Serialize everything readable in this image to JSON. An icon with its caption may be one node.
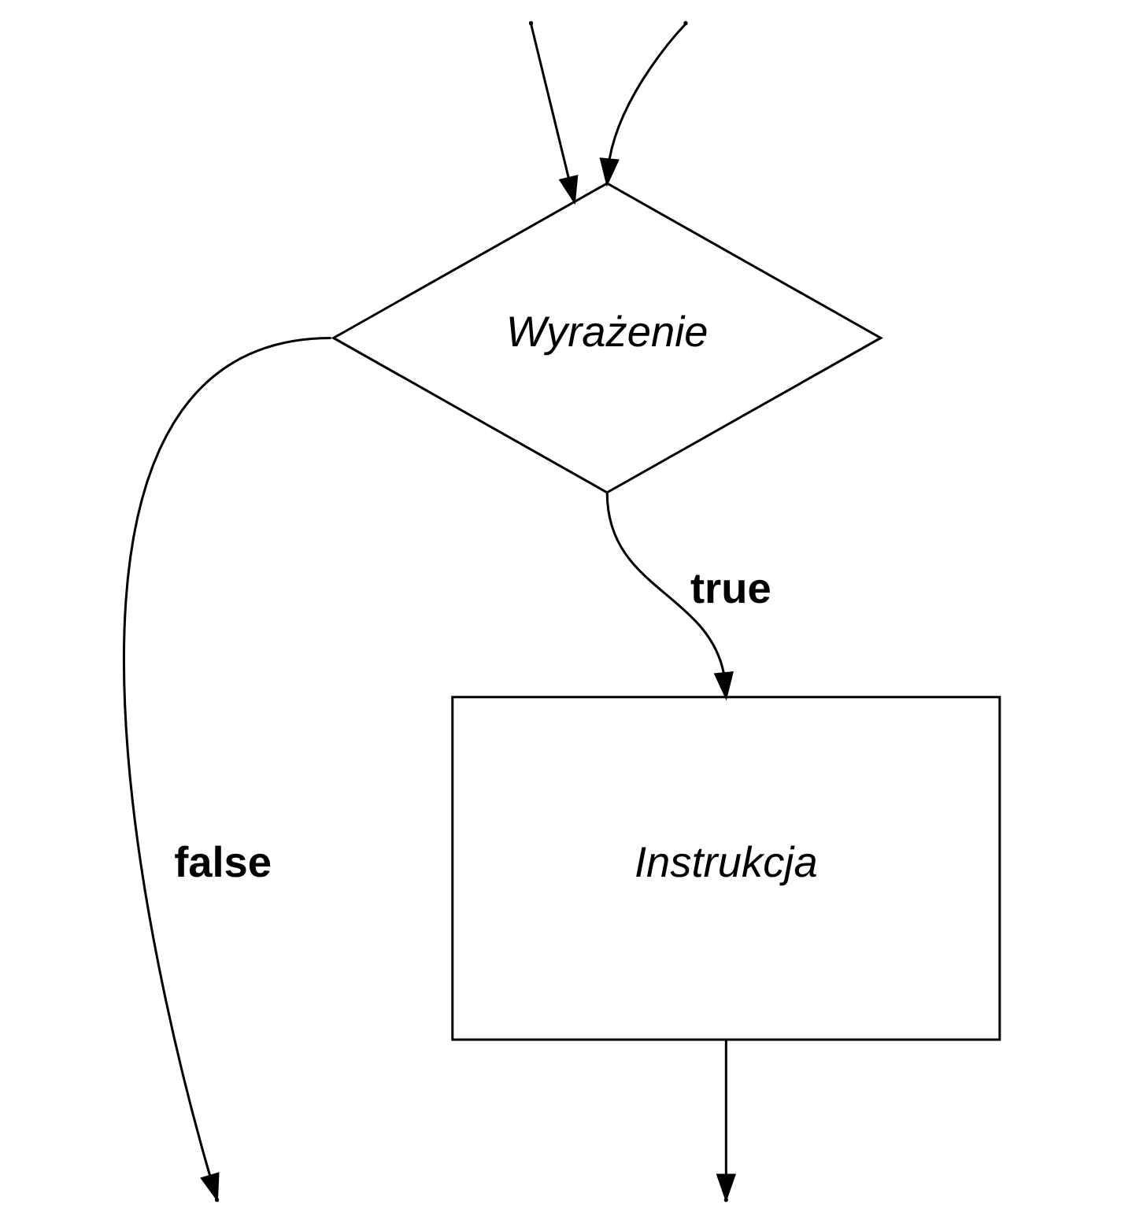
{
  "diagram": {
    "nodes": [
      {
        "text": [
          "Wyrażenie"
        ]
      },
      {
        "text": [
          "Instrukcja"
        ]
      }
    ],
    "edges": [
      {
        "from": 0,
        "to": null,
        "arrow": "to",
        "label": "false"
      },
      {
        "from": null,
        "to": 0,
        "arrow": "to"
      },
      {
        "from": null,
        "to": 0,
        "arrow": "to"
      },
      {
        "from": 0,
        "to": 1,
        "arrow": "to",
        "label": "true"
      },
      {
        "from": 1,
        "to": null,
        "arrow": "to"
      }
    ]
  }
}
